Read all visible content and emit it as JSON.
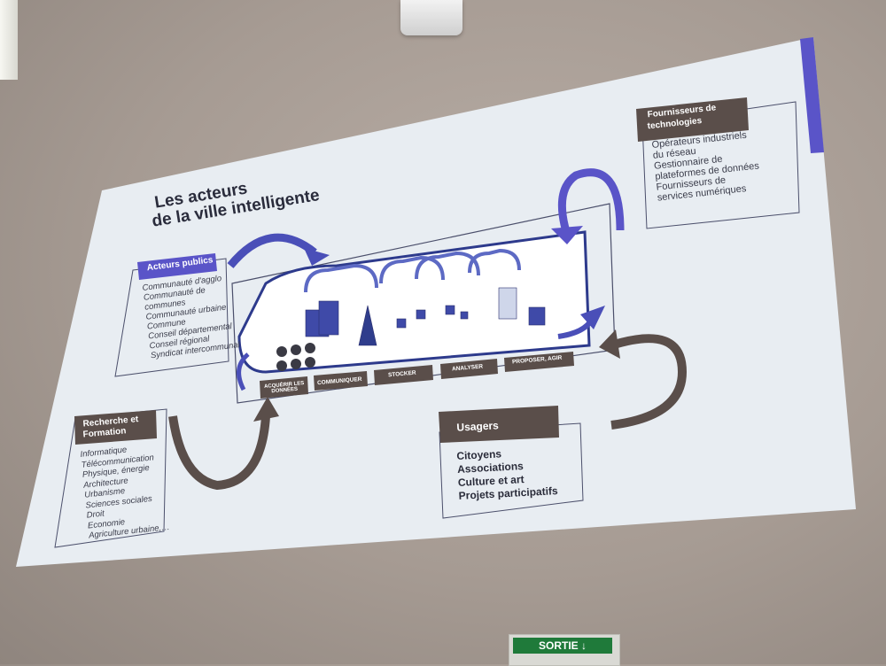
{
  "slide": {
    "title_line1": "Les acteurs",
    "title_line2": "de la ville intelligente",
    "acteurs_publics": {
      "title": "Acteurs publics",
      "items": [
        "Communauté d'agglo",
        "Communauté de",
        "communes",
        "Communauté urbaine",
        "Commune",
        "Conseil départemental",
        "Conseil régional",
        "Syndicat intercommunal"
      ]
    },
    "recherche": {
      "title_line1": "Recherche et",
      "title_line2": "Formation",
      "items": [
        "Informatique",
        "Télécommunication",
        "Physique, énergie",
        "Architecture",
        "Urbanisme",
        "Sciences sociales",
        "Droit",
        "Economie",
        "Agriculture urbaine,…"
      ]
    },
    "fournisseurs": {
      "title_line1": "Fournisseurs de",
      "title_line2": "technologies",
      "items": [
        "Opérateurs industriels",
        "du réseau",
        "Gestionnaire de",
        "plateformes de données",
        "Fournisseurs de",
        "services numériques"
      ]
    },
    "usagers": {
      "title": "Usagers",
      "items": [
        "Citoyens",
        "Associations",
        "Culture et art",
        "Projets participatifs"
      ]
    },
    "steps": [
      "ACQUÉRIR LES DONNÉES",
      "COMMUNIQUER",
      "STOCKER",
      "ANALYSER",
      "PROPOSER, AGIR"
    ]
  },
  "exit_sign": {
    "label": "SORTIE"
  },
  "colors": {
    "slide_bg": "#e9eef3",
    "purple": "#5a54c8",
    "brown_arrow": "#5b4a47",
    "blue_arrow": "#4a4fb8"
  }
}
